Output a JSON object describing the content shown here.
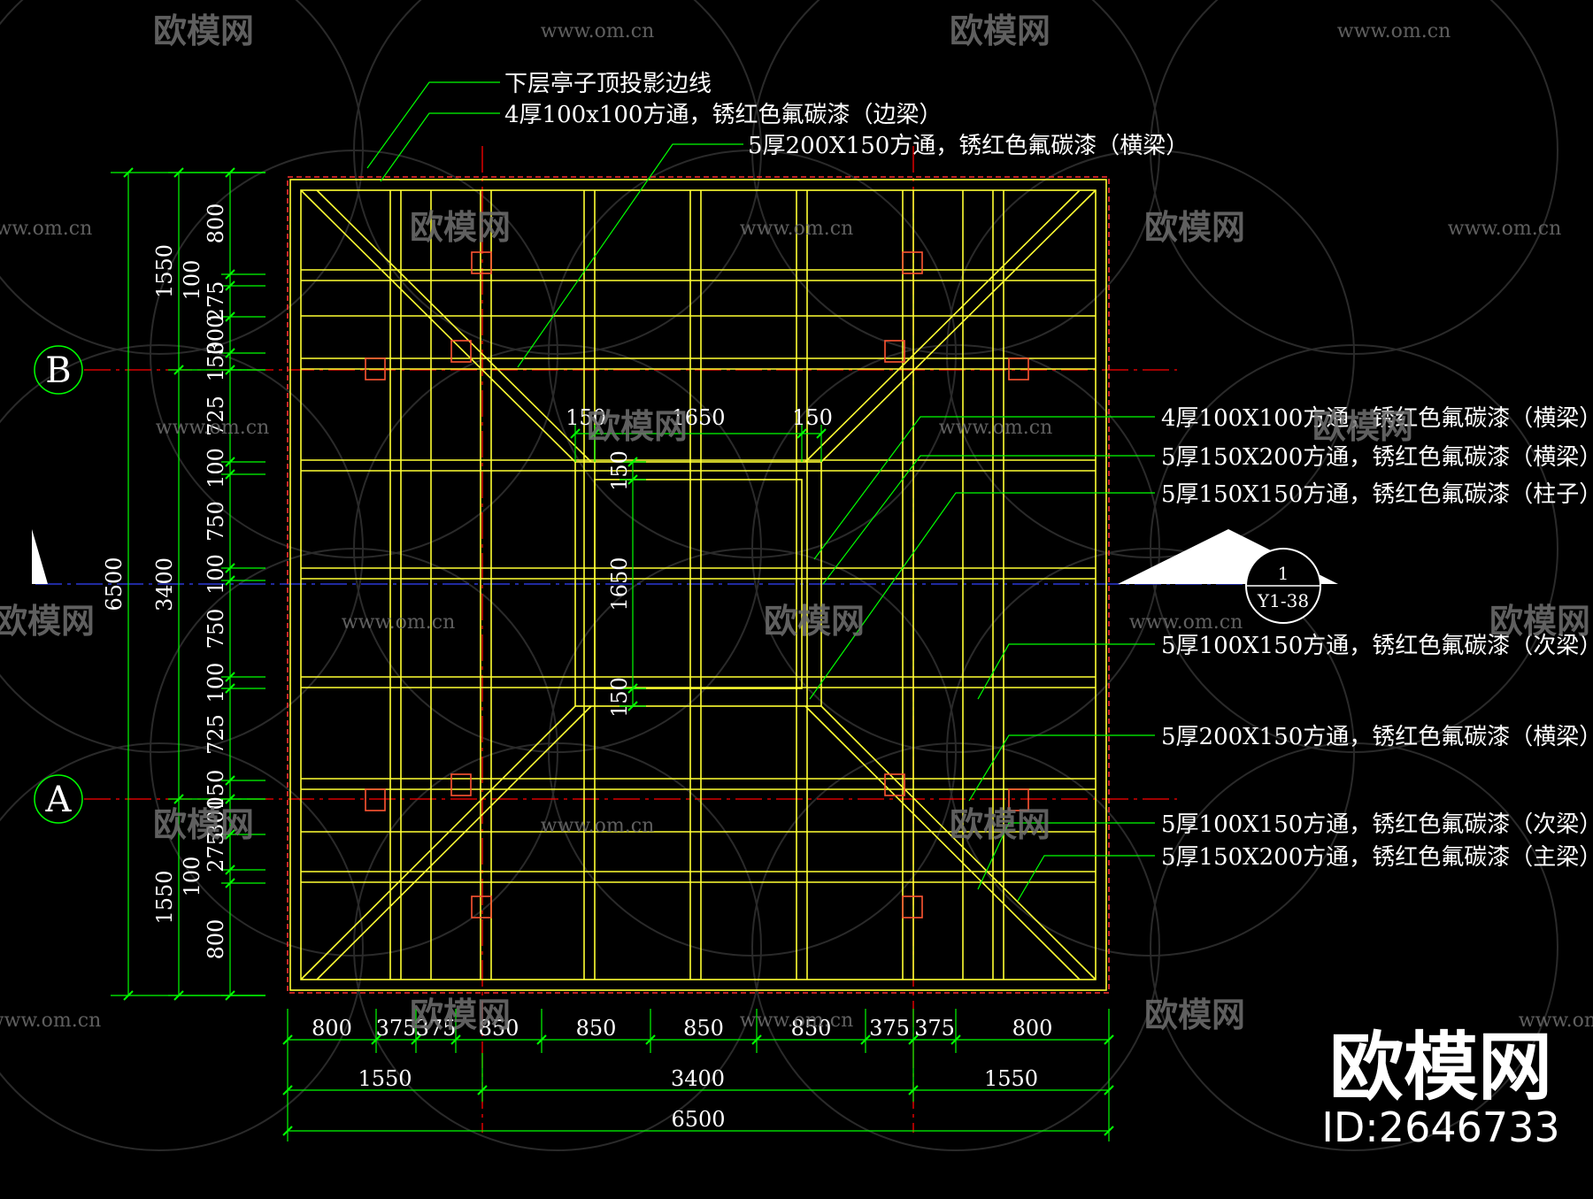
{
  "colors": {
    "background": "#000000",
    "frame": "#ffff00",
    "dimension": "#00ff00",
    "axis": "#ff0000",
    "section_axis": "#3333ff",
    "text": "#ffffff",
    "watermark": "#6e6e6e"
  },
  "top_labels": [
    "下层亭子顶投影边线",
    "4厚100x100方通，锈红色氟碳漆（边梁）",
    "5厚200X150方通，锈红色氟碳漆（横梁）"
  ],
  "right_labels": [
    "4厚100X100方通，锈红色氟碳漆（横梁）",
    "5厚150X200方通，锈红色氟碳漆（横梁）",
    "5厚150X150方通，锈红色氟碳漆（柱子）",
    "5厚100X150方通，锈红色氟碳漆（次梁）",
    "5厚200X150方通，锈红色氟碳漆（横梁）",
    "5厚100X150方通，锈红色氟碳漆（次梁）",
    "5厚150X200方通，锈红色氟碳漆（主梁）"
  ],
  "axis_labels": {
    "b": "B",
    "a": "A"
  },
  "section_mark": {
    "number": "1",
    "sheet": "Y1-38"
  },
  "bottom_dims": {
    "row1": [
      "800",
      "375",
      "375",
      "850",
      "850",
      "850",
      "850",
      "375",
      "375",
      "800"
    ],
    "row2": [
      "1550",
      "3400",
      "1550"
    ],
    "row3": [
      "6500"
    ]
  },
  "left_dims": {
    "outer": [
      "6500"
    ],
    "middle": [
      "1550",
      "3400",
      "1550"
    ],
    "inner": [
      "800",
      "100",
      "275",
      "300",
      "150",
      "725",
      "100",
      "750",
      "100",
      "750",
      "100",
      "725",
      "150",
      "300",
      "275",
      "100",
      "800"
    ]
  },
  "center_dims": {
    "top": [
      "150",
      "1650",
      "150"
    ],
    "vertical": [
      "150",
      "1650",
      "150"
    ]
  },
  "watermark": {
    "brand": "欧模网",
    "url": "www.om.cn",
    "url_short": "om.cn",
    "id": "ID:2646733"
  }
}
